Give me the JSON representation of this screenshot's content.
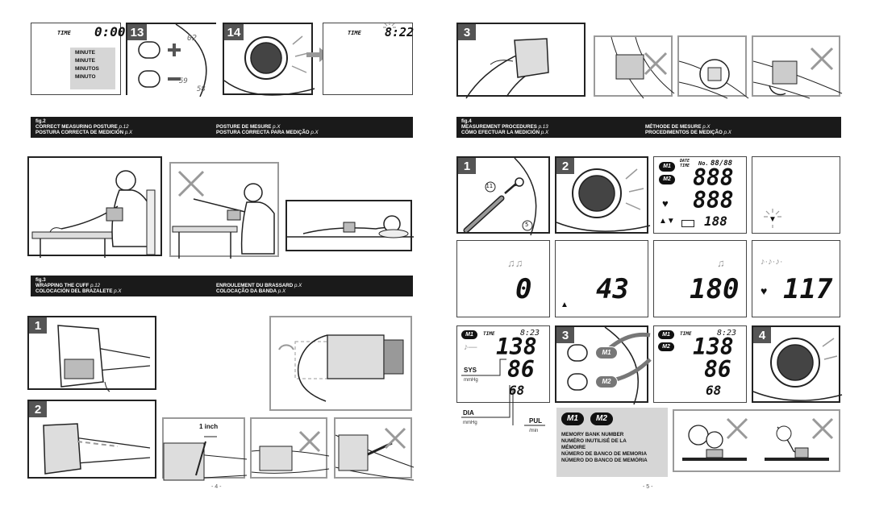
{
  "left_page": {
    "fig1": {
      "display1": {
        "time_label": "TIME",
        "time_value": "0:00"
      },
      "minute_labels": [
        "MINUTE",
        "MINUTE",
        "MINUTOS",
        "MINUTO"
      ],
      "step13": "13",
      "step13_digits": {
        "top": "02",
        "bottom1": "59",
        "bottom2": "58"
      },
      "step14": "14",
      "display2": {
        "time_label": "TIME",
        "time_value": "8:22"
      }
    },
    "fig2": {
      "label": "fig.2",
      "title_en": "CORRECT MEASURING POSTURE",
      "title_fr": "POSTURE DE MESURE",
      "title_es": "POSTURA CORRECTA DE MEDICIÓN",
      "title_pt": "POSTURA CORRECTA PARA MEDIÇÃO",
      "page_en": "p.12",
      "page_fr": "p.X",
      "page_es": "p.X",
      "page_pt": "p.X"
    },
    "fig3": {
      "label": "fig.3",
      "title_en": "WRAPPING THE CUFF",
      "title_fr": "ENROULEMENT DU BRASSARD",
      "title_es": "COLOCACIÓN DEL BRAZALETE",
      "title_pt": "COLOCAÇÃO DA BANDA",
      "page_en": "p.12",
      "page_fr": "p.X",
      "page_es": "p.X",
      "page_pt": "p.X",
      "step1": "1",
      "step2": "2",
      "inch_label": "1 inch"
    },
    "page_number": "- 4 -"
  },
  "right_page": {
    "fig3_step3": "3",
    "fig4": {
      "label": "fig.4",
      "title_en": "MEASUREMENT PROCEDURES",
      "title_fr": "MÉTHODE DE MESURE",
      "title_es": "CÓMO EFECTUAR LA MEDICIÓN",
      "title_pt": "PROCEDIMENTOS DE MEDIÇÃO",
      "page_en": "p.13",
      "page_fr": "p.X",
      "page_es": "p.X",
      "page_pt": "p.X",
      "step1": "1",
      "step2": "2",
      "step3": "3",
      "step4": "4",
      "callout_11": "11",
      "callout_5": "5",
      "full_display": {
        "date_label": "DATE",
        "time_label": "TIME",
        "no_label": "No.",
        "no_value": "88/88",
        "sys": "888",
        "dia": "888",
        "pul": "188",
        "m1": "M1",
        "m2": "M2"
      },
      "counts": [
        "0",
        "43",
        "180",
        "117"
      ],
      "result1": {
        "m1": "M1",
        "time_label": "TIME",
        "time": "8:23",
        "sys": "138",
        "dia": "86",
        "pul": "68"
      },
      "result2": {
        "m1": "M1",
        "m2": "M2",
        "time_label": "TIME",
        "time": "8:23",
        "sys": "138",
        "dia": "86",
        "pul": "68"
      },
      "sys_label": "SYS",
      "dia_label": "DIA",
      "pul_label": "PUL",
      "mmhg": "mmHg",
      "mmhg2": "mmHg",
      "per_min": "/min",
      "memory_legend": {
        "m1": "M1",
        "m2": "M2",
        "lines": [
          "MEMORY BANK NUMBER",
          "NUMÉRO INUTILISÉ DE LA",
          "MÉMOIRE",
          "NÚMERO DE BANCO DE MEMORIA",
          "NÚMERO DO BANCO DE MEMÓRIA"
        ]
      }
    },
    "page_number": "- 5 -"
  }
}
